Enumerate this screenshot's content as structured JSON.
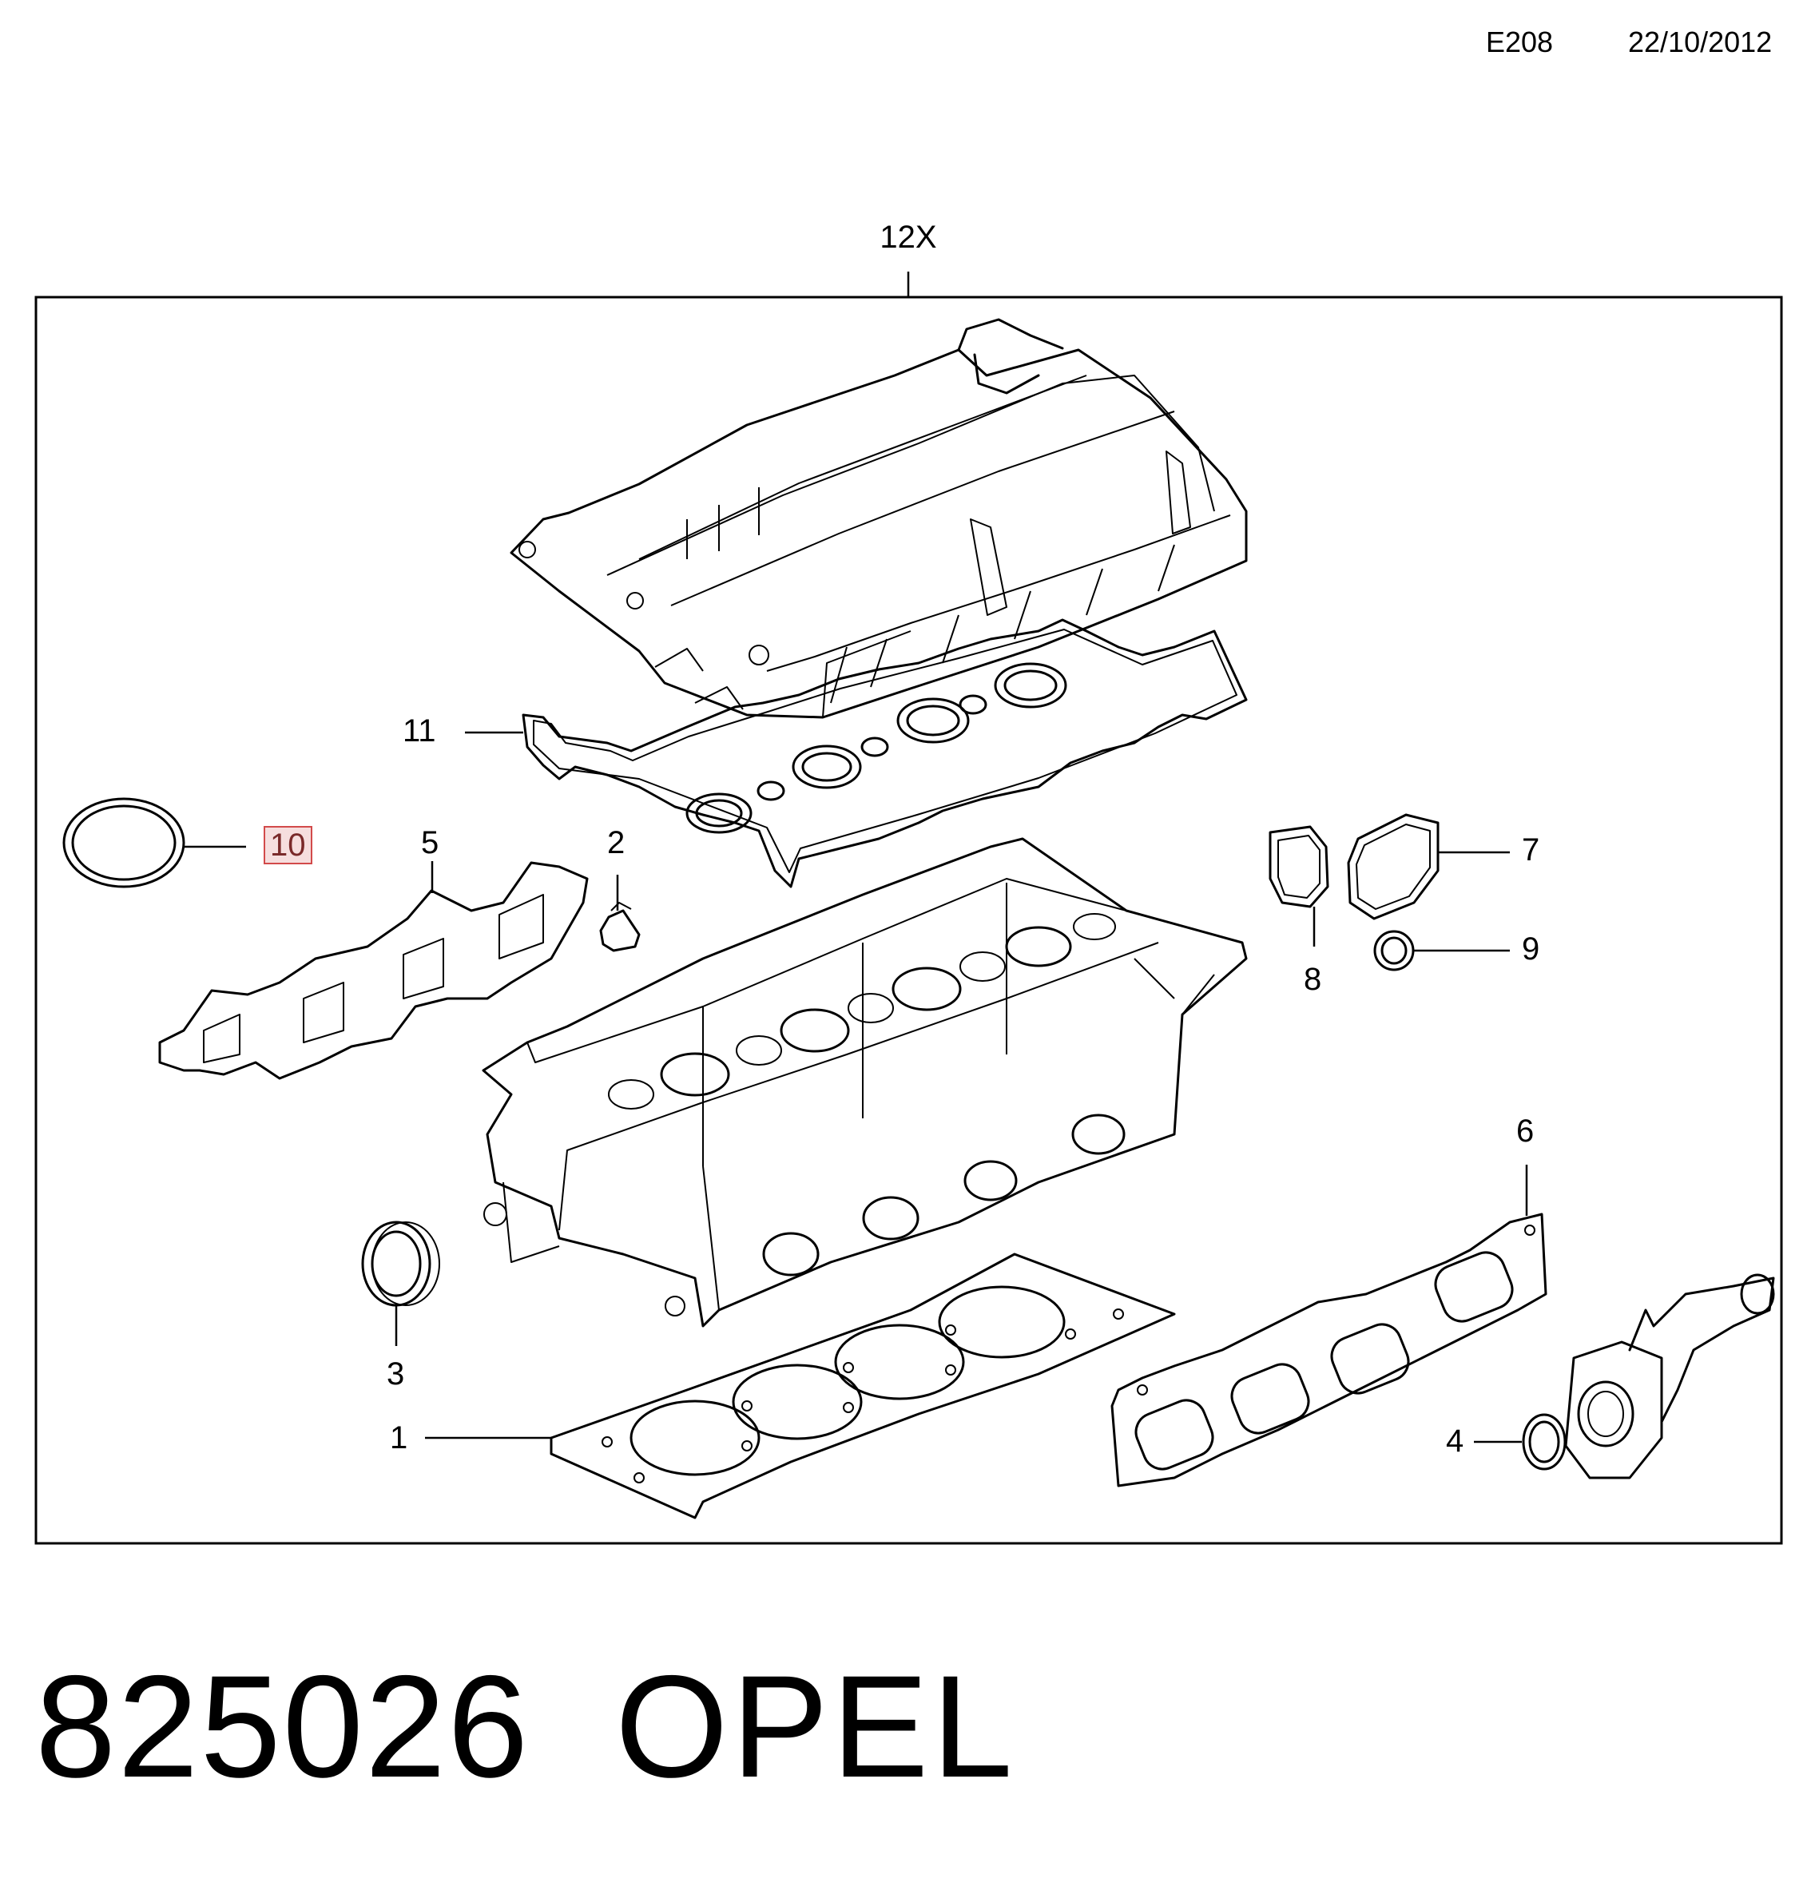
{
  "header": {
    "code": "E208",
    "date": "22/10/2012"
  },
  "assembly_label": "12X",
  "callouts": {
    "c1": "1",
    "c2": "2",
    "c3": "3",
    "c4": "4",
    "c5": "5",
    "c6": "6",
    "c7": "7",
    "c8": "8",
    "c9": "9",
    "c10": "10",
    "c11": "11"
  },
  "footer": {
    "part_number": "825026",
    "brand": "OPEL"
  },
  "colors": {
    "line": "#000000",
    "highlight_border": "#d24a4a",
    "highlight_fill": "#f6dede"
  },
  "parts": [
    {
      "callout": "1",
      "shape": "head-gasket"
    },
    {
      "callout": "2",
      "shape": "valve-stem-seal"
    },
    {
      "callout": "3",
      "shape": "shaft-seal"
    },
    {
      "callout": "4",
      "shape": "seal-ring"
    },
    {
      "callout": "5",
      "shape": "intake-gasket"
    },
    {
      "callout": "6",
      "shape": "exhaust-gasket"
    },
    {
      "callout": "7",
      "shape": "cover-gasket"
    },
    {
      "callout": "8",
      "shape": "square-gasket"
    },
    {
      "callout": "9",
      "shape": "o-ring"
    },
    {
      "callout": "10",
      "shape": "o-ring"
    },
    {
      "callout": "11",
      "shape": "valve-cover-gasket"
    }
  ]
}
